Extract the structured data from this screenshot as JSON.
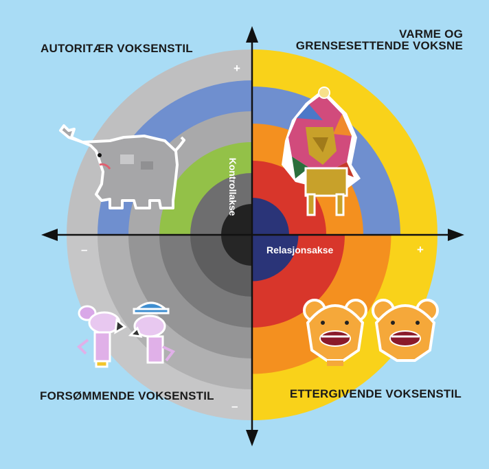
{
  "quadrants": {
    "top_left": "AUTORITÆR VOKSENSTIL",
    "top_right_line1": "VARME OG",
    "top_right_line2": "GRENSESETTENDE VOKSNE",
    "bottom_left": "FORSØMMENDE VOKSENSTIL",
    "bottom_right": "ETTERGIVENDE VOKSENSTIL"
  },
  "axes": {
    "vertical_label": "Kontrollakse",
    "horizontal_label": "Relasjonsakse",
    "top_sign": "+",
    "bottom_sign": "–",
    "left_sign": "–",
    "right_sign": "+"
  },
  "colors": {
    "background": "#a9dcf5",
    "warm_rings": [
      "#f9d21a",
      "#f4901f",
      "#d8362b",
      "#2a3478"
    ],
    "top_left_rings": [
      "#bfbfc0",
      "#6f8fcf",
      "#a9a9aa",
      "#93c148",
      "#6e6e6f",
      "#222222"
    ],
    "bottom_left_rings": [
      "#c6c6c7",
      "#b0b0b1",
      "#959596",
      "#7a7a7b",
      "#5e5e5f",
      "#262626"
    ],
    "top_right_rings": [
      "#f9d21a",
      "#6f8fcf",
      "#f4901f",
      "#d8362b",
      "#2a3478"
    ],
    "bottom_right_rings": [
      "#f9d21a",
      "#f4901f",
      "#d8362b",
      "#2a3478"
    ]
  },
  "figures": {
    "top_left": "elephant-icon",
    "top_right": "lion-icon",
    "bottom_left": "mice-icon",
    "bottom_right": "bears-icon"
  }
}
